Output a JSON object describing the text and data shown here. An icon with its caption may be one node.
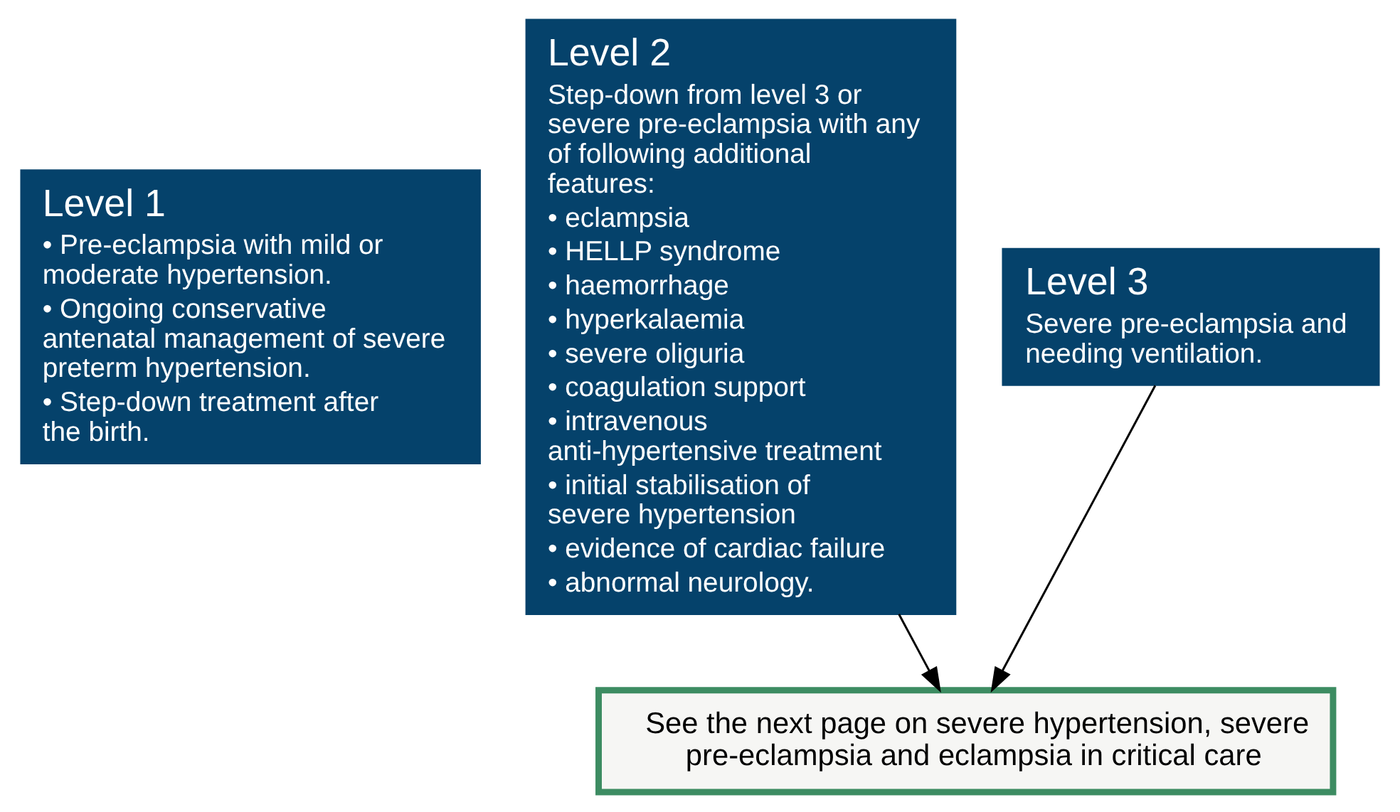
{
  "diagram": {
    "nodes": [
      {
        "text": [
          "Level 1",
          "• Pre-eclampsia with mild or moderate hypertension.",
          "• Ongoing conservative antenatal management of severe preterm hypertension.",
          "• Step-down treatment after the birth."
        ]
      },
      {
        "text": [
          "Level 2",
          "Step-down from level 3 or severe pre-eclampsia with any of following additional features:",
          "• eclampsia",
          "• HELLP syndrome",
          "• haemorrhage",
          "• hyperkalaemia",
          "• severe oliguria",
          "• coagulation support",
          "• intravenous anti-hypertensive treatment",
          "• initial stabilisation of severe hypertension",
          "• evidence of cardiac failure",
          "• abnormal neurology."
        ]
      },
      {
        "text": [
          "Level 3",
          "Severe pre-eclampsia and needing ventilation."
        ]
      },
      {
        "text": [
          "See the next page on severe hypertension, severe pre-eclampsia and eclampsia in critical care"
        ]
      }
    ],
    "edges": [
      {
        "from": 1,
        "to": 3,
        "arrow": "to"
      },
      {
        "from": 2,
        "to": 3,
        "arrow": "to"
      }
    ]
  }
}
